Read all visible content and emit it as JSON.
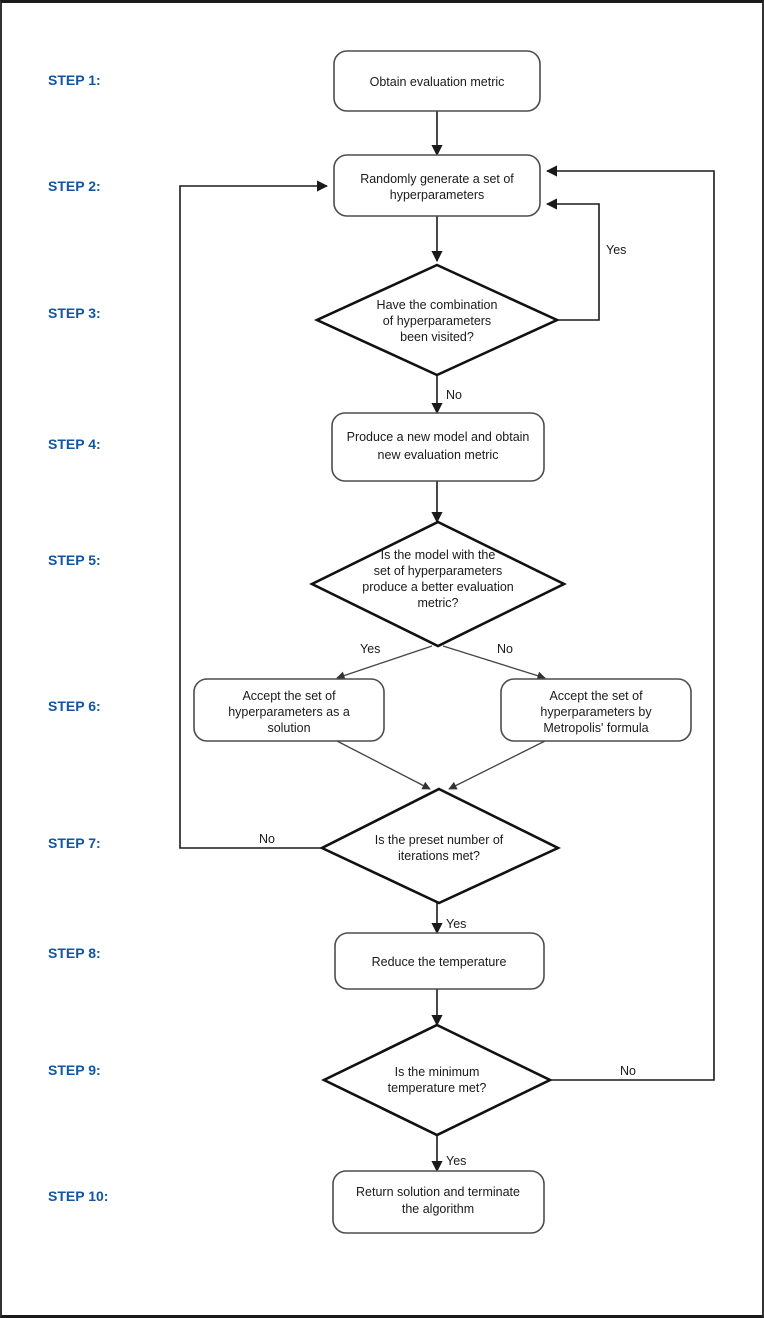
{
  "diagram": {
    "title": "Simulated annealing hyperparameter search flowchart",
    "accent_color": "#1155a3",
    "line_color": "#1a1a1a",
    "box_fill": "#ffffff",
    "steps": [
      {
        "id": "step1",
        "label": "STEP 1:",
        "shape": "rounded-box",
        "text": [
          "Obtain evaluation metric"
        ]
      },
      {
        "id": "step2",
        "label": "STEP 2:",
        "shape": "rounded-box",
        "text": [
          "Randomly generate a set of",
          "hyperparameters"
        ]
      },
      {
        "id": "step3",
        "label": "STEP 3:",
        "shape": "diamond",
        "text": [
          "Have the combination",
          "of hyperparameters",
          "been visited?"
        ]
      },
      {
        "id": "step4",
        "label": "STEP 4:",
        "shape": "rounded-box",
        "text": [
          "Produce a new model and obtain",
          "new evaluation metric"
        ]
      },
      {
        "id": "step5",
        "label": "STEP 5:",
        "shape": "diamond",
        "text": [
          "Is the model with the",
          "set of hyperparameters",
          "produce a better evaluation",
          "metric?"
        ]
      },
      {
        "id": "step6a",
        "label": "STEP 6:",
        "shape": "rounded-box",
        "text": [
          "Accept the set of",
          "hyperparameters as a",
          "solution"
        ]
      },
      {
        "id": "step6b",
        "label": "",
        "shape": "rounded-box",
        "text": [
          "Accept the set of",
          "hyperparameters by",
          "Metropolis' formula"
        ]
      },
      {
        "id": "step7",
        "label": "STEP 7:",
        "shape": "diamond",
        "text": [
          "Is the preset number of",
          "iterations met?"
        ]
      },
      {
        "id": "step8",
        "label": "STEP 8:",
        "shape": "rounded-box",
        "text": [
          "Reduce the temperature"
        ]
      },
      {
        "id": "step9",
        "label": "STEP 9:",
        "shape": "diamond",
        "text": [
          "Is the minimum",
          "temperature met?"
        ]
      },
      {
        "id": "step10",
        "label": "STEP 10:",
        "shape": "rounded-box",
        "text": [
          "Return solution and terminate",
          "the algorithm"
        ]
      }
    ],
    "edge_labels": {
      "step3_yes": "Yes",
      "step3_no": "No",
      "step5_yes": "Yes",
      "step5_no": "No",
      "step7_no": "No",
      "step7_yes": "Yes",
      "step9_no": "No",
      "step9_yes": "Yes"
    },
    "node_text": {
      "step1_l1": "Obtain evaluation metric",
      "step2_l1": "Randomly generate a set of",
      "step2_l2": "hyperparameters",
      "step3_l1": "Have the combination",
      "step3_l2": "of hyperparameters",
      "step3_l3": "been visited?",
      "step4_l1": "Produce a new model and obtain",
      "step4_l2": "new evaluation metric",
      "step5_l1": "Is the model with the",
      "step5_l2": "set of hyperparameters",
      "step5_l3": "produce a better evaluation",
      "step5_l4": "metric?",
      "step6a_l1": "Accept the set of",
      "step6a_l2": "hyperparameters as a",
      "step6a_l3": "solution",
      "step6b_l1": "Accept the set of",
      "step6b_l2": "hyperparameters by",
      "step6b_l3": "Metropolis' formula",
      "step7_l1": "Is the preset number of",
      "step7_l2": "iterations met?",
      "step8_l1": "Reduce the temperature",
      "step9_l1": "Is the minimum",
      "step9_l2": "temperature met?",
      "step10_l1": "Return solution and terminate",
      "step10_l2": "the algorithm"
    },
    "step_labels": {
      "s1": "STEP 1:",
      "s2": "STEP 2:",
      "s3": "STEP 3:",
      "s4": "STEP 4:",
      "s5": "STEP 5:",
      "s6": "STEP 6:",
      "s7": "STEP 7:",
      "s8": "STEP 8:",
      "s9": "STEP 9:",
      "s10": "STEP 10:"
    }
  }
}
